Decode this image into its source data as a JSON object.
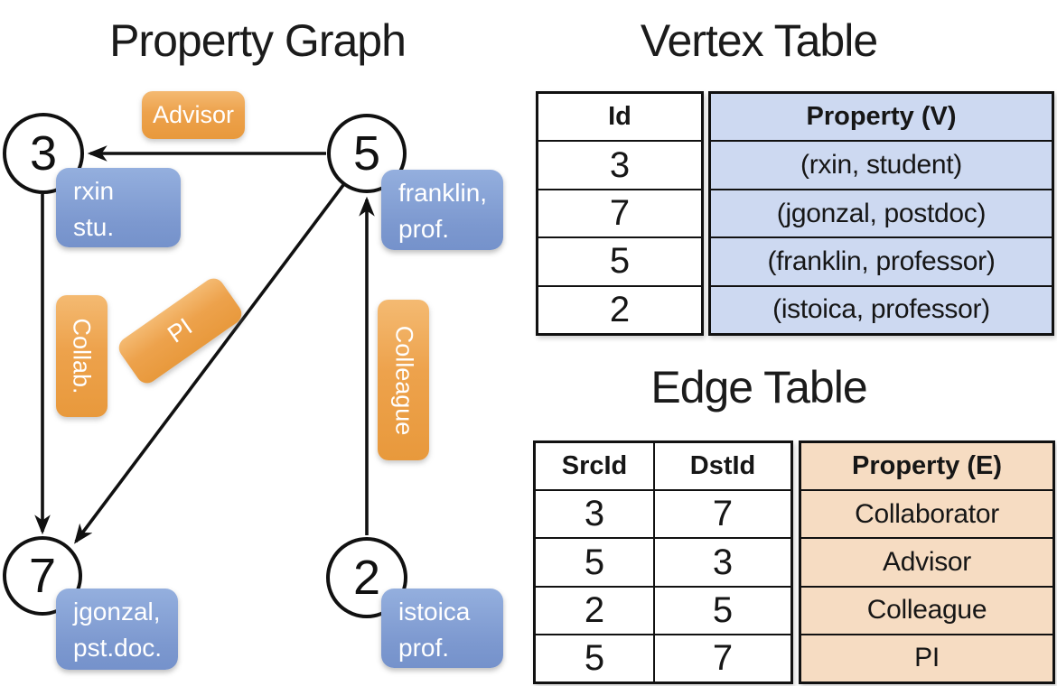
{
  "titles": {
    "graph": "Property Graph",
    "vertex_table": "Vertex Table",
    "edge_table": "Edge Table"
  },
  "graph": {
    "nodes": [
      {
        "id": "3",
        "property": [
          "rxin",
          "stu."
        ]
      },
      {
        "id": "5",
        "property": [
          "franklin,",
          "prof."
        ]
      },
      {
        "id": "7",
        "property": [
          "jgonzal,",
          "pst.doc."
        ]
      },
      {
        "id": "2",
        "property": [
          "istoica",
          "prof."
        ]
      }
    ],
    "edges": [
      {
        "src": "5",
        "dst": "3",
        "label": "Advisor"
      },
      {
        "src": "3",
        "dst": "7",
        "label": "Collab."
      },
      {
        "src": "5",
        "dst": "7",
        "label": "PI"
      },
      {
        "src": "2",
        "dst": "5",
        "label": "Colleague"
      }
    ]
  },
  "vertex_table": {
    "columns": [
      "Id",
      "Property (V)"
    ],
    "rows": [
      [
        "3",
        "(rxin, student)"
      ],
      [
        "7",
        "(jgonzal, postdoc)"
      ],
      [
        "5",
        "(franklin, professor)"
      ],
      [
        "2",
        "(istoica, professor)"
      ]
    ]
  },
  "edge_table": {
    "columns": [
      "SrcId",
      "DstId",
      "Property (E)"
    ],
    "rows": [
      [
        "3",
        "7",
        "Collaborator"
      ],
      [
        "5",
        "3",
        "Advisor"
      ],
      [
        "2",
        "5",
        "Colleague"
      ],
      [
        "5",
        "7",
        "PI"
      ]
    ]
  },
  "colors": {
    "node_property_blue": "#7e9bd1",
    "edge_label_orange": "#eda24c",
    "vertex_property_fill": "#cdd9f1",
    "edge_property_fill": "#f6dcc2",
    "line_black": "#111111"
  }
}
